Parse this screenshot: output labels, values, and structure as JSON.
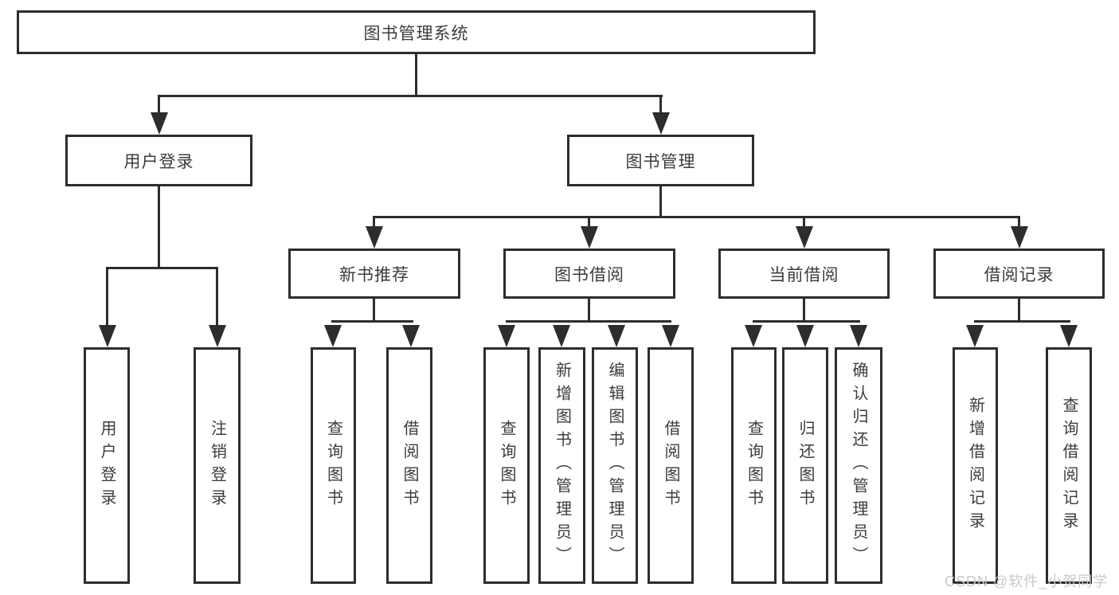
{
  "diagram": {
    "nodes": {
      "root": {
        "label": "图书管理系统"
      },
      "userLogin": {
        "label": "用户登录"
      },
      "bookMgmt": {
        "label": "图书管理"
      },
      "newRec": {
        "label": "新书推荐"
      },
      "bookBorrow": {
        "label": "图书借阅"
      },
      "currentBorrow": {
        "label": "当前借阅"
      },
      "borrowRecord": {
        "label": "借阅记录"
      },
      "leafUserLogin": {
        "label": "用户登录"
      },
      "leafLogout": {
        "label": "注销登录"
      },
      "leafQueryBooks1": {
        "label": "查询图书"
      },
      "leafBorrowBooks1": {
        "label": "借阅图书"
      },
      "leafQueryBooks2": {
        "label": "查询图书"
      },
      "leafAddBook": {
        "label": "新增图书（管理员）"
      },
      "leafEditBook": {
        "label": "编辑图书（管理员）"
      },
      "leafBorrowBooks2": {
        "label": "借阅图书"
      },
      "leafQueryBooks3": {
        "label": "查询图书"
      },
      "leafReturnBook": {
        "label": "归还图书"
      },
      "leafConfirmReturn": {
        "label": "确认归还（管理员）"
      },
      "leafAddRecord": {
        "label": "新增借阅记录"
      },
      "leafQueryRecord": {
        "label": "查询借阅记录"
      }
    },
    "structure": {
      "图书管理系统": {
        "用户登录": [
          "用户登录",
          "注销登录"
        ],
        "图书管理": {
          "新书推荐": [
            "查询图书",
            "借阅图书"
          ],
          "图书借阅": [
            "查询图书",
            "新增图书（管理员）",
            "编辑图书（管理员）",
            "借阅图书"
          ],
          "当前借阅": [
            "查询图书",
            "归还图书",
            "确认归还（管理员）"
          ],
          "借阅记录": [
            "新增借阅记录",
            "查询借阅记录"
          ]
        }
      }
    },
    "watermark": "CSDN @软件_小贺同学",
    "colors": {
      "line": "#2d2d2d",
      "text": "#3c3c3c",
      "watermark": "#c9c9c9",
      "background": "#ffffff"
    }
  }
}
